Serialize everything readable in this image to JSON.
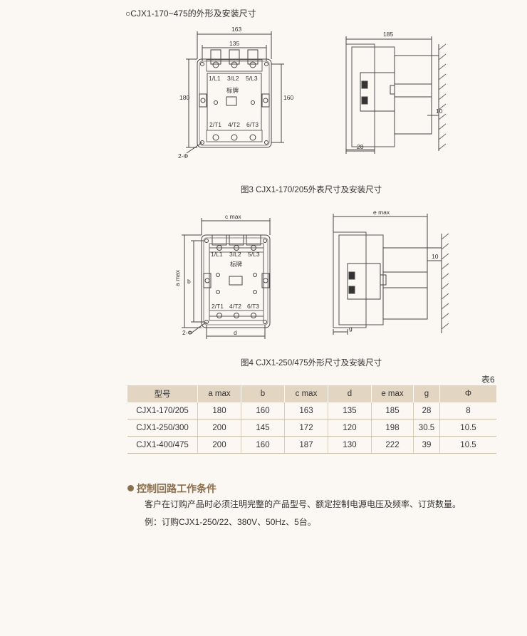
{
  "heading": "○CJX1-170~475的外形及安装尺寸",
  "figure3": {
    "caption": "图3 CJX1-170/205外表尺寸及安装尺寸",
    "dims": {
      "top_width": "163",
      "inner_width": "135",
      "left_height": "180",
      "right_height": "160",
      "side_width": "185",
      "depth": "28",
      "wall_gap": "10",
      "hole": "2-Φ"
    },
    "terminals_top": [
      "1/L1",
      "3/L2",
      "5/L3"
    ],
    "terminals_bottom": [
      "2/T1",
      "4/T2",
      "6/T3"
    ],
    "nameplate": "标牌"
  },
  "figure4": {
    "caption": "图4 CJX1-250/475外形尺寸及安装尺寸",
    "dims": {
      "c": "c max",
      "a": "a max",
      "b": "b",
      "d": "d",
      "e": "e max",
      "g": "g",
      "wall_gap": "10",
      "hole": "2-Φ"
    },
    "terminals_top": [
      "1/L1",
      "3/L2",
      "5/L3"
    ],
    "terminals_bottom": [
      "2/T1",
      "4/T2",
      "6/T3"
    ],
    "nameplate": "标牌"
  },
  "table": {
    "label": "表6",
    "headers": [
      "型号",
      "a max",
      "b",
      "c max",
      "d",
      "e max",
      "g",
      "Φ"
    ],
    "rows": [
      [
        "CJX1-170/205",
        "180",
        "160",
        "163",
        "135",
        "185",
        "28",
        "8"
      ],
      [
        "CJX1-250/300",
        "200",
        "145",
        "172",
        "120",
        "198",
        "30.5",
        "10.5"
      ],
      [
        "CJX1-400/475",
        "200",
        "160",
        "187",
        "130",
        "222",
        "39",
        "10.5"
      ]
    ]
  },
  "section": {
    "title": "控制回路工作条件",
    "line1": "客户在订购产品时必须注明完整的产品型号、额定控制电源电压及频率、订货数量。",
    "line2": "例：订购CJX1-250/22、380V、50Hz、5台。"
  },
  "colors": {
    "accent": "#8b6e4e",
    "header_bg": "#e2d5c2",
    "page_bg": "#fbf8f3"
  }
}
